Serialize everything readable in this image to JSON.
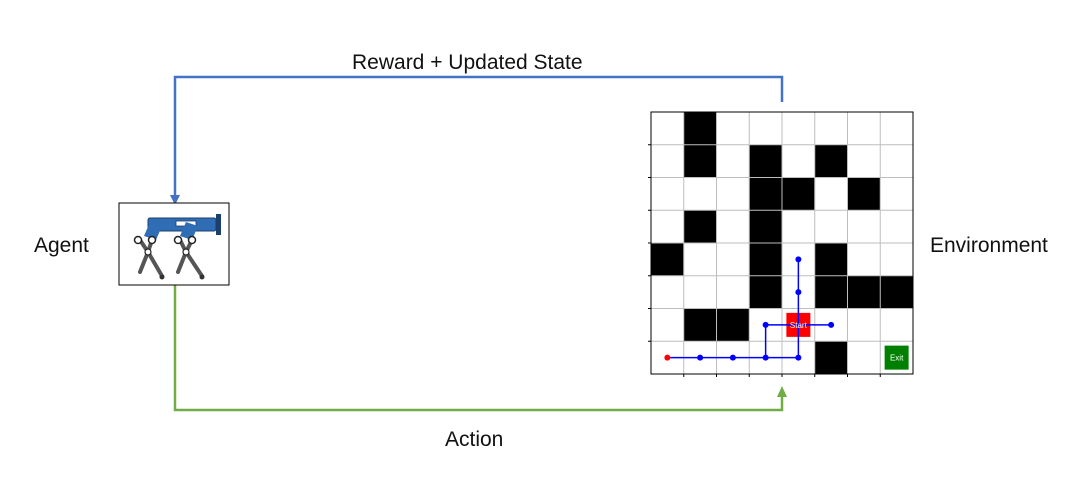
{
  "labels": {
    "reward": "Reward + Updated State",
    "action": "Action",
    "agent": "Agent",
    "environment": "Environment"
  },
  "colors": {
    "reward_arrow": "#4472c4",
    "action_arrow": "#70ad47",
    "wall": "#000000",
    "path": "#0000ff",
    "start": "#ff0000",
    "exit": "#008000",
    "robot_body": "#2f6db5",
    "robot_legs": "#555555"
  },
  "icons": {
    "agent": "quadruped-robot-icon"
  },
  "maze": {
    "rows": 8,
    "cols": 8,
    "walls": [
      [
        0,
        1
      ],
      [
        1,
        1
      ],
      [
        1,
        3
      ],
      [
        1,
        5
      ],
      [
        2,
        3
      ],
      [
        2,
        4
      ],
      [
        2,
        6
      ],
      [
        3,
        1
      ],
      [
        3,
        3
      ],
      [
        4,
        0
      ],
      [
        4,
        3
      ],
      [
        4,
        5
      ],
      [
        5,
        3
      ],
      [
        5,
        5
      ],
      [
        5,
        6
      ],
      [
        5,
        7
      ],
      [
        6,
        1
      ],
      [
        6,
        2
      ],
      [
        7,
        5
      ]
    ],
    "start_cell": [
      6,
      4
    ],
    "exit_cell": [
      7,
      7
    ],
    "start_label": "Start",
    "exit_label": "Exit",
    "path_nodes": [
      [
        7,
        0
      ],
      [
        7,
        1
      ],
      [
        7,
        2
      ],
      [
        7,
        3
      ],
      [
        7,
        4
      ],
      [
        6,
        3
      ],
      [
        6,
        5
      ],
      [
        5,
        4
      ],
      [
        4,
        4
      ]
    ],
    "path_edges": [
      [
        [
          7,
          0
        ],
        [
          7,
          4
        ]
      ],
      [
        [
          7,
          3
        ],
        [
          6,
          3
        ]
      ],
      [
        [
          6,
          3
        ],
        [
          6,
          5
        ]
      ],
      [
        [
          7,
          4
        ],
        [
          4,
          4
        ]
      ]
    ],
    "current_node": [
      7,
      0
    ]
  }
}
